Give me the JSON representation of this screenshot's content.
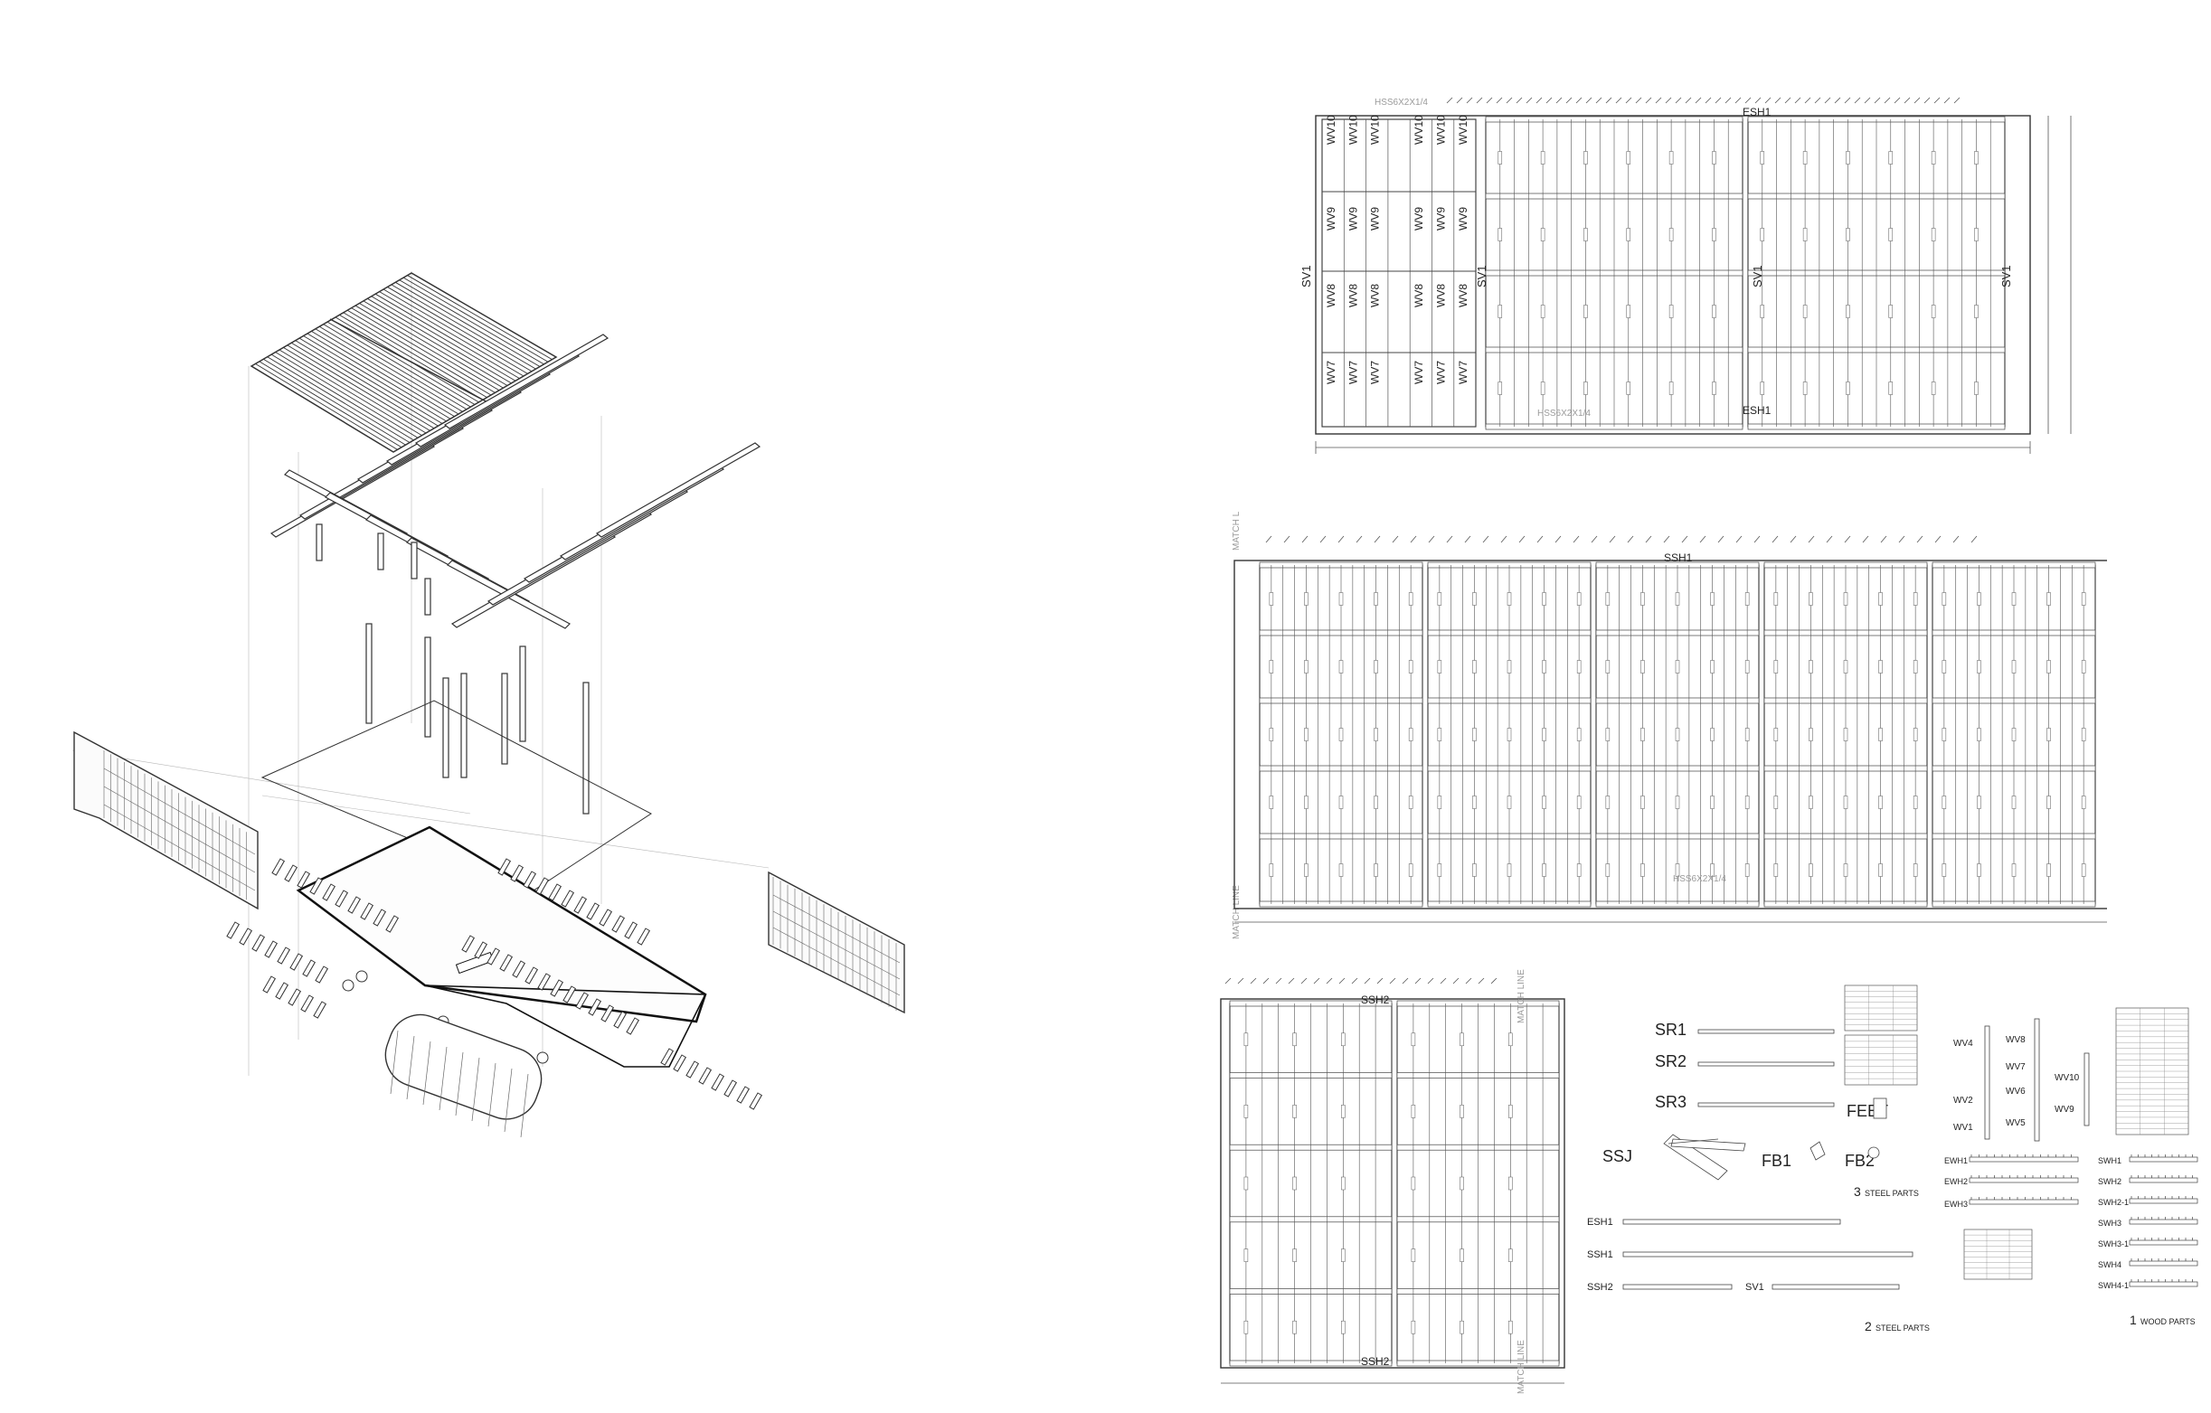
{
  "sheet": {
    "panel_labels": {
      "wv_cols": [
        "WV10",
        "WV9",
        "WV8",
        "WV7"
      ],
      "sv": "SV1",
      "esh": "ESH1",
      "ssh1": "SSH1",
      "ssh2": "SSH2",
      "match_line": "MATCH LINE",
      "hss": "HSS6X2X1/4"
    },
    "steel_parts": {
      "items": [
        "SR1",
        "SR2",
        "SR3",
        "SSJ",
        "FB1",
        "FB2",
        "FEET",
        "ESH1",
        "SSH1",
        "SSH2",
        "SV1"
      ],
      "title_num": "3",
      "title": "STEEL PARTS"
    },
    "steel_parts_2": {
      "title_num": "2",
      "title": "STEEL PARTS"
    },
    "wood_parts": {
      "vertical": [
        "WV4",
        "WV2",
        "WV1",
        "WV8",
        "WV7",
        "WV6",
        "WV5",
        "WV10",
        "WV9"
      ],
      "horizontal_left": [
        "EWH1",
        "EWH2",
        "EWH3"
      ],
      "horizontal_right": [
        "SWH1",
        "SWH2",
        "SWH2-1",
        "SWH3",
        "SWH3-1",
        "SWH4",
        "SWH4-1"
      ],
      "title_num": "1",
      "title": "WOOD PARTS"
    }
  }
}
